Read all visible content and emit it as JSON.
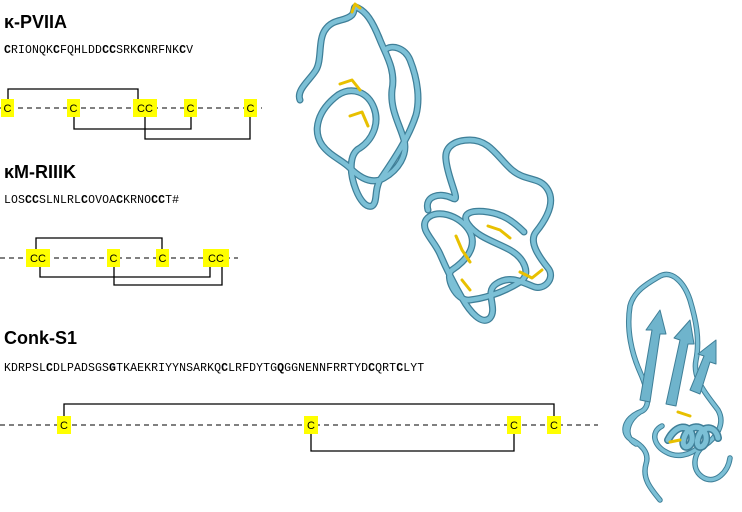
{
  "colors": {
    "cysteine_highlight": "#ffff00",
    "disulfide_line": "#000000",
    "backbone_dash": "#000000",
    "protein_cartoon": "#6fb4cc",
    "protein_cartoon_dark": "#3f7f98",
    "disulfide_stick": "#e8c000"
  },
  "panels": [
    {
      "title": "κ-PVIIA",
      "sequence": [
        {
          "t": "C",
          "b": true
        },
        {
          "t": "RIONQK",
          "b": false
        },
        {
          "t": "C",
          "b": true
        },
        {
          "t": "FQHLDD",
          "b": false
        },
        {
          "t": "CC",
          "b": true
        },
        {
          "t": "SRK",
          "b": false
        },
        {
          "t": "C",
          "b": true
        },
        {
          "t": "NRFNK",
          "b": false
        },
        {
          "t": "C",
          "b": true
        },
        {
          "t": "V",
          "b": false
        }
      ],
      "cysteines": [
        "C",
        "C",
        "CC",
        "C",
        "C"
      ]
    },
    {
      "title": "κM-RIIIK",
      "sequence": [
        {
          "t": "LOS",
          "b": false
        },
        {
          "t": "CC",
          "b": true
        },
        {
          "t": "SLNLRL",
          "b": false
        },
        {
          "t": "C",
          "b": true
        },
        {
          "t": "OVOA",
          "b": false
        },
        {
          "t": "C",
          "b": true
        },
        {
          "t": "KRNO",
          "b": false
        },
        {
          "t": "CC",
          "b": true
        },
        {
          "t": "T#",
          "b": false
        }
      ],
      "cysteines": [
        "CC",
        "C",
        "C",
        "CC"
      ]
    },
    {
      "title": "Conk-S1",
      "sequence": [
        {
          "t": "KDRPSL",
          "b": false
        },
        {
          "t": "C",
          "b": true
        },
        {
          "t": "DLPADSGS",
          "b": false
        },
        {
          "t": "G",
          "b": true
        },
        {
          "t": "TKAEKRIYYNSARKQ",
          "b": false
        },
        {
          "t": "C",
          "b": true
        },
        {
          "t": "LRFDYTG",
          "b": false
        },
        {
          "t": "Q",
          "b": true
        },
        {
          "t": "GGNENNFRRTYD",
          "b": false
        },
        {
          "t": "C",
          "b": true
        },
        {
          "t": "QRT",
          "b": false
        },
        {
          "t": "C",
          "b": true
        },
        {
          "t": "LYT",
          "b": false
        }
      ],
      "cysteines": [
        "C",
        "C",
        "C",
        "C"
      ]
    }
  ]
}
